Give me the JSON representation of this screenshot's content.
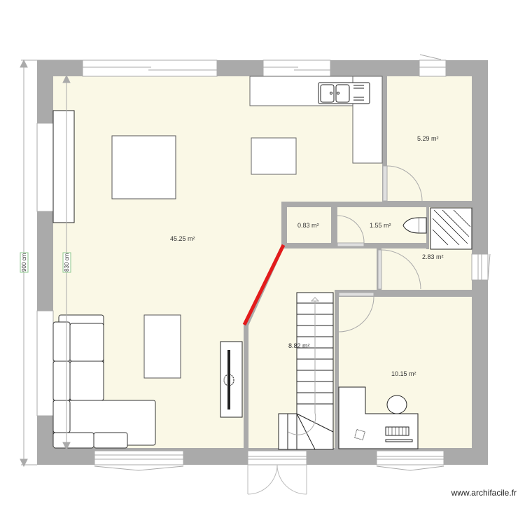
{
  "plan": {
    "colors": {
      "wall": "#aaaaaa",
      "floor": "#faf8e6",
      "furniture_fill": "#ffffff",
      "furniture_stroke": "#555555",
      "highlight_wall": "#e31b1b",
      "dim_line": "#aaaaaa",
      "dim_label_border": "#8cc78c"
    },
    "rooms": [
      {
        "id": "living",
        "area": "45.25 m²"
      },
      {
        "id": "storeroom",
        "area": "5.29 m²"
      },
      {
        "id": "closet",
        "area": "0.83 m²"
      },
      {
        "id": "wc",
        "area": "1.55 m²"
      },
      {
        "id": "shower",
        "area": "2.83 m²"
      },
      {
        "id": "hall-stairs",
        "area": "8.82 m²"
      },
      {
        "id": "office",
        "area": "10.15 m²"
      }
    ],
    "dimensions": {
      "outer_height": "900 cm",
      "inner_height": "830 cm"
    }
  },
  "watermark": "www.archifacile.fr"
}
